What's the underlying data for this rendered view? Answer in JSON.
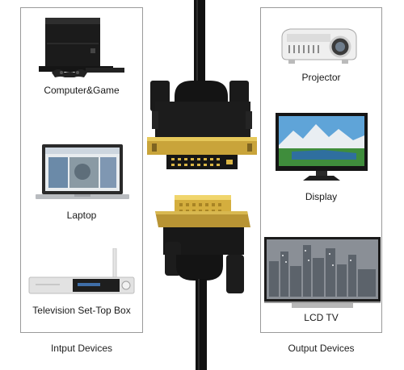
{
  "input_devices": {
    "heading": "Intput Devices",
    "items": [
      {
        "label": "Computer&Game",
        "icon": "game-console-icon"
      },
      {
        "label": "Laptop",
        "icon": "laptop-icon"
      },
      {
        "label": "Television Set-Top Box",
        "icon": "set-top-box-icon"
      }
    ]
  },
  "output_devices": {
    "heading": "Output Devices",
    "items": [
      {
        "label": "Projector",
        "icon": "projector-icon"
      },
      {
        "label": "Display",
        "icon": "monitor-icon"
      },
      {
        "label": "LCD TV",
        "icon": "lcd-tv-icon"
      }
    ]
  },
  "cable": {
    "icon": "dvi-cable-icon",
    "connector_color": "#d9b443"
  }
}
